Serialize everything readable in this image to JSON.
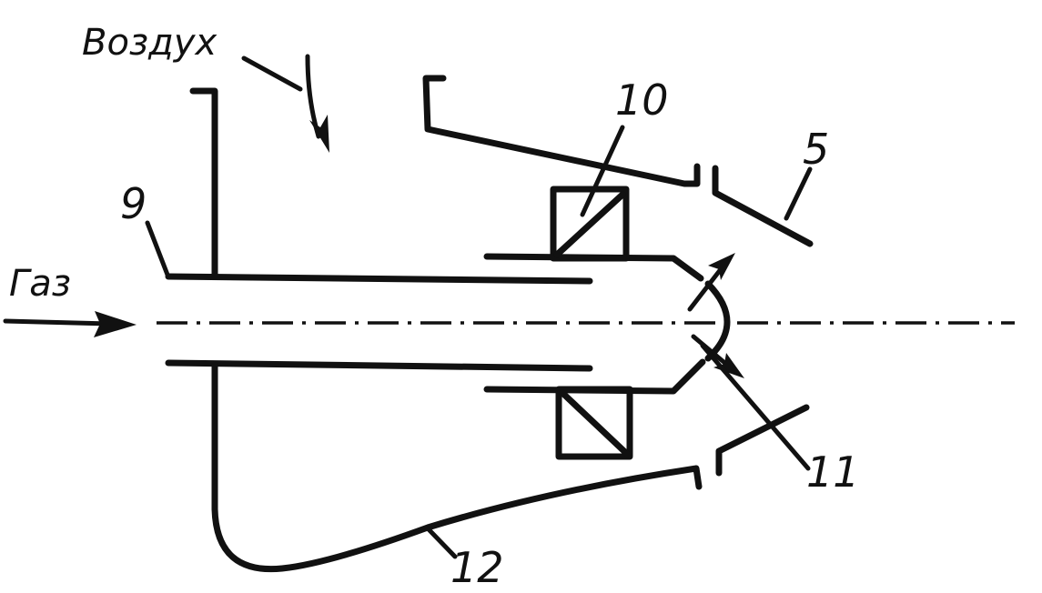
{
  "labels": {
    "air": "Воздух",
    "gas": "Газ",
    "part_9": "9",
    "part_10": "10",
    "part_5": "5",
    "part_11": "11",
    "part_12": "12"
  },
  "colors": {
    "ink": "#111111",
    "background": "#ffffff"
  }
}
